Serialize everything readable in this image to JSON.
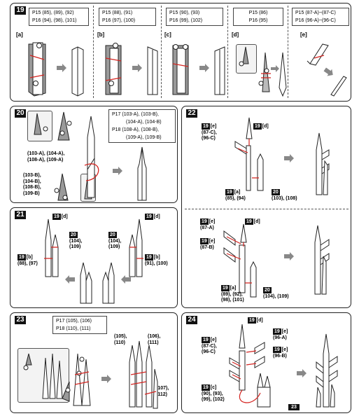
{
  "step19": {
    "number": "19",
    "sections": [
      {
        "label": "[a]",
        "refs": [
          "P15 (85), (89), (92)",
          "P16 (94), (98), (101)"
        ]
      },
      {
        "label": "[b]",
        "refs": [
          "P15 (88), (91)",
          "P16 (97), (100)"
        ]
      },
      {
        "label": "[c]",
        "refs": [
          "P15 (90), (93)",
          "P16 (99), (102)"
        ]
      },
      {
        "label": "[d]",
        "refs": [
          "P15 (86)",
          "P16 (95)"
        ]
      },
      {
        "label": "[e]",
        "refs": [
          "P15 (87-A)~(87-C)",
          "P16 (96-A)~(96-C)"
        ]
      }
    ]
  },
  "step20": {
    "number": "20",
    "refs": [
      "P17 (103-A), (103-B),",
      "(104-A), (104-B)",
      "P18 (108-A), (108-B),",
      "(109-A), (109-B)"
    ],
    "label_a": [
      "(103-A), (104-A),",
      "(108-A), (109-A)"
    ],
    "label_b": [
      "(103-B),",
      "(104-B),",
      "(108-B),",
      "(109-B)"
    ]
  },
  "step21": {
    "number": "21",
    "left_top": {
      "tag": "19",
      "text": "[d]"
    },
    "left_20": {
      "tag": "20",
      "text": [
        "(104),",
        "(109)"
      ]
    },
    "left_19b": {
      "tag": "19",
      "text": [
        "[b]",
        "(88), (97)"
      ]
    },
    "right_20": {
      "tag": "20",
      "text": [
        "(104),",
        "(109)"
      ]
    },
    "right_top": {
      "tag": "19",
      "text": "[d]"
    },
    "right_19b": {
      "tag": "19",
      "text": [
        "[b]",
        "(91), (100)"
      ]
    }
  },
  "step22": {
    "number": "22",
    "top": {
      "d": {
        "tag": "19",
        "text": "[d]"
      },
      "e": {
        "tag": "19",
        "text": [
          "[e]",
          "(87-C),",
          "(96-C)"
        ]
      },
      "a": {
        "tag": "19",
        "text": [
          "[a]",
          "(85), (94)"
        ]
      },
      "s20": {
        "tag": "20",
        "text": "(103), (108)"
      }
    },
    "bottom": {
      "e1": {
        "tag": "19",
        "text": [
          "[e]",
          "(87-A)"
        ]
      },
      "e2": {
        "tag": "19",
        "text": [
          "[e]",
          "(87-B)"
        ]
      },
      "d": {
        "tag": "19",
        "text": "[d]"
      },
      "a": {
        "tag": "19",
        "text": [
          "[a]",
          "(89), (92),",
          "(98), (101)"
        ]
      },
      "s20": {
        "tag": "20",
        "text": "(104), (109)"
      }
    }
  },
  "step23": {
    "number": "23",
    "refs": [
      "P17 (105), (106)",
      "P18 (110), (111)"
    ],
    "labels": {
      "l1": [
        "(105),",
        "(110)"
      ],
      "l2": [
        "(106),",
        "(111)"
      ],
      "l3": [
        "(107),",
        "(112)"
      ]
    }
  },
  "step24": {
    "number": "24",
    "d": {
      "tag": "19",
      "text": "[d]"
    },
    "e_left": {
      "tag": "19",
      "text": [
        "[e]",
        "(87-C),",
        "(96-C)"
      ]
    },
    "e_a": {
      "tag": "19",
      "text": [
        "[e]",
        "(96-A)"
      ]
    },
    "e_b": {
      "tag": "19",
      "text": [
        "[e]",
        "(96-B)"
      ]
    },
    "c": {
      "tag": "19",
      "text": [
        "[c]",
        "(90), (93),",
        "(99), (102)"
      ]
    },
    "ref23": "23"
  },
  "colors": {
    "accent": "#d4231f",
    "panel_border": "#222222",
    "model_fill": "#ffffff",
    "model_gray": "#9a9a9a"
  }
}
